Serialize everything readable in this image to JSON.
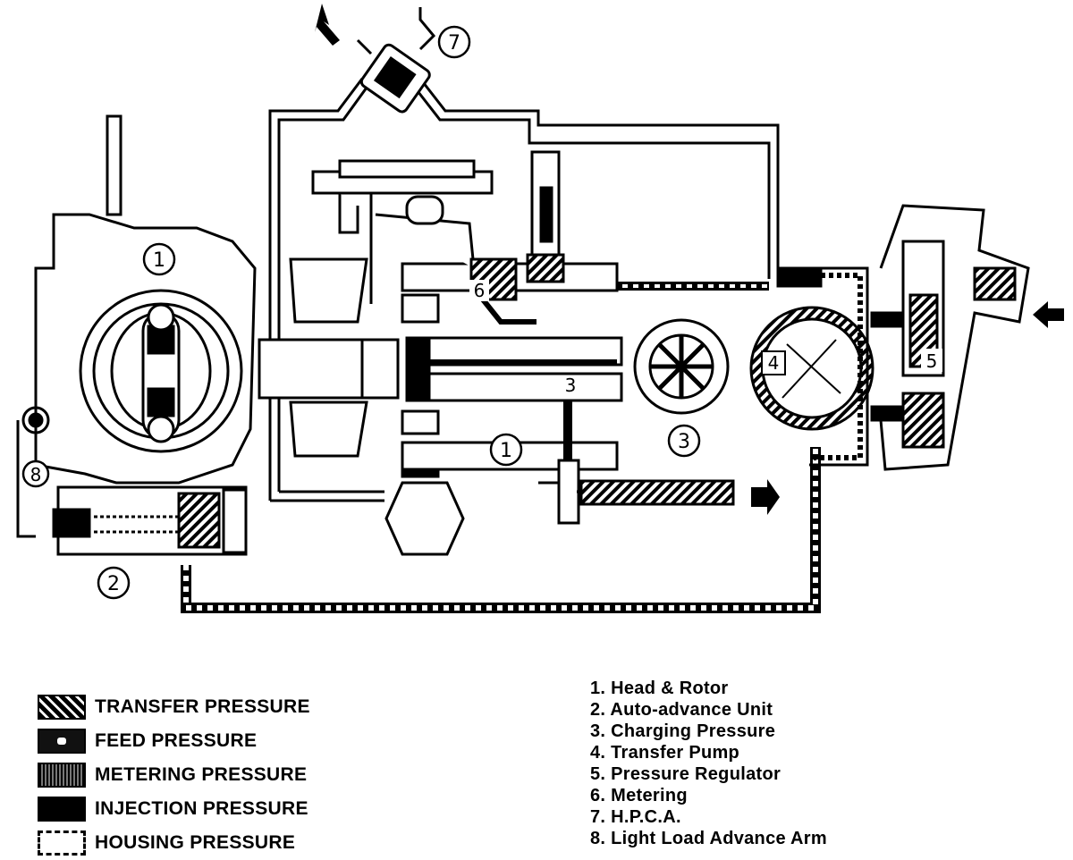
{
  "diagram": {
    "callouts": {
      "head_rotor_top": "1",
      "head_rotor_mid": "1",
      "auto_advance": "2",
      "charging_pressure": "3",
      "charging_label": "3",
      "transfer_pump": "4",
      "pressure_regulator": "5",
      "metering": "6",
      "hpca": "7",
      "light_load_arm": "8"
    }
  },
  "legend": [
    {
      "pattern": "transfer",
      "label": "TRANSFER PRESSURE"
    },
    {
      "pattern": "feed",
      "label": "FEED PRESSURE"
    },
    {
      "pattern": "metering",
      "label": "METERING PRESSURE"
    },
    {
      "pattern": "injection",
      "label": "INJECTION PRESSURE"
    },
    {
      "pattern": "housing",
      "label": "HOUSING PRESSURE"
    }
  ],
  "parts": [
    "1. Head & Rotor",
    "2. Auto-advance Unit",
    "3. Charging Pressure",
    "4. Transfer Pump",
    "5. Pressure Regulator",
    "6. Metering",
    "7. H.P.C.A.",
    "8. Light Load Advance Arm"
  ],
  "colors": {
    "ink": "#000000",
    "paper": "#ffffff"
  }
}
